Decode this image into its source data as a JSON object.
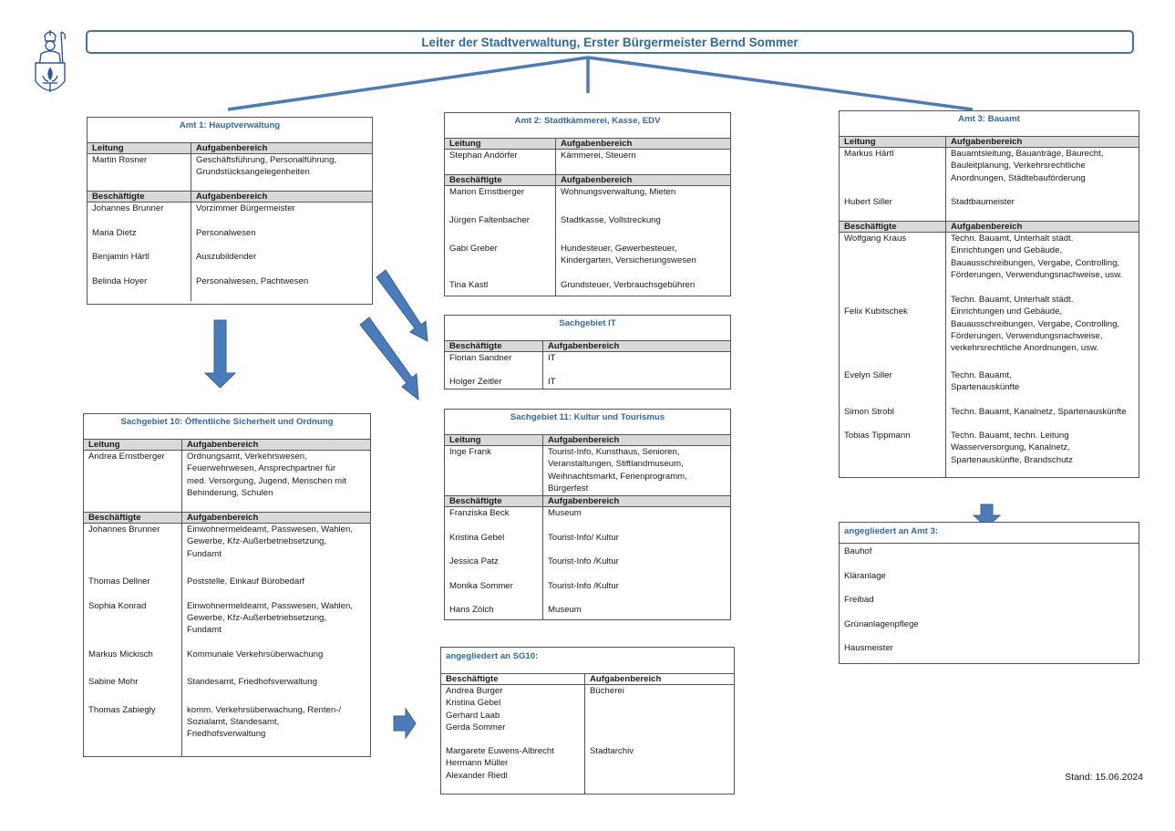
{
  "header": {
    "title": "Leiter der Stadtverwaltung, Erster Bürgermeister Bernd Sommer"
  },
  "colors": {
    "accent": "#2e68ad",
    "arrow": "#4a7cbc",
    "header_fill": "#d9d9d9"
  },
  "icons": {
    "crest": "town-coat-of-arms-icon"
  },
  "amt1": {
    "title": "Amt 1: Hauptverwaltung",
    "col_leitung": "Leitung",
    "col_aufgaben": "Aufgabenbereich",
    "col_beschaeftigte": "Beschäftigte",
    "leitung": [
      {
        "name": "Martin Rosner",
        "task": "Geschäftsführung, Personalführung,\nGrundstücksangelegenheiten"
      }
    ],
    "staff": [
      {
        "name": "Johannes Brunner",
        "task": "Vorzimmer Bürgermeister"
      },
      {
        "name": "Maria Dietz",
        "task": "Personalwesen"
      },
      {
        "name": "Benjamin Härtl",
        "task": "Auszubildender"
      },
      {
        "name": "Belinda Hoyer",
        "task": "Personalwesen, Pachtwesen"
      }
    ]
  },
  "amt2": {
    "title": "Amt 2: Stadtkämmerei, Kasse, EDV",
    "col_leitung": "Leitung",
    "col_aufgaben": "Aufgabenbereich",
    "col_beschaeftigte": "Beschäftigte",
    "leitung": [
      {
        "name": "Stephan Andörfer",
        "task": "Kämmerei, Steuern"
      }
    ],
    "staff": [
      {
        "name": "Marion Ernstberger",
        "task": "Wohnungsverwaltung, Mieten"
      },
      {
        "name": "Jürgen Faltenbacher",
        "task": "Stadtkasse, Vollstreckung"
      },
      {
        "name": "Gabi Greber",
        "task": "Hundesteuer, Gewerbesteuer,\nKindergarten, Versicherungswesen"
      },
      {
        "name": "Tina Kastl",
        "task": "Grundsteuer, Verbrauchsgebühren"
      }
    ]
  },
  "it": {
    "title": "Sachgebiet IT",
    "col_beschaeftigte": "Beschäftigte",
    "col_aufgaben": "Aufgabenbereich",
    "staff": [
      {
        "name": "Florian Sandner",
        "task": "IT"
      },
      {
        "name": "Holger Zeitler",
        "task": "IT"
      }
    ]
  },
  "sg11": {
    "title": "Sachgebiet 11: Kultur und Tourismus",
    "col_leitung": "Leitung",
    "col_aufgaben": "Aufgabenbereich",
    "col_beschaeftigte": "Beschäftigte",
    "leitung": [
      {
        "name": "Inge Frank",
        "task": "Tourist-Info, Kunsthaus, Senioren,\nVeranstaltungen, Stiftlandmuseum,\nWeihnachtsmarkt, Ferienprogramm,\nBürgerfest"
      }
    ],
    "staff": [
      {
        "name": "Franziska Beck",
        "task": "Museum"
      },
      {
        "name": "Kristina Gebel",
        "task": "Tourist-Info/ Kultur"
      },
      {
        "name": "Jessica Patz",
        "task": "Tourist-Info /Kultur"
      },
      {
        "name": "Monika Sommer",
        "task": "Tourist-Info /Kultur"
      },
      {
        "name": "Hans Zölch",
        "task": "Museum"
      }
    ]
  },
  "amt3": {
    "title": "Amt 3: Bauamt",
    "col_leitung": "Leitung",
    "col_aufgaben": "Aufgabenbereich",
    "col_beschaeftigte": "Beschäftigte",
    "leitung": [
      {
        "name": "Markus Härtl",
        "task": "Bauamtsleitung, Bauanträge, Baurecht,\nBauleitplanung, Verkehrsrechtliche\nAnordnungen, Städtebauförderung"
      },
      {
        "name": "Hubert Siller",
        "task": "Stadtbaumeister"
      }
    ],
    "staff_first_task": "Techn. Bauamt, Unterhalt städt.\nEinrichtungen und Gebäude,\nBauausschreibungen, Vergabe, Controlling,\nFörderungen, Verwendungsnachweise, usw.",
    "staff": [
      {
        "name": "Wolfgang Kraus",
        "task": ""
      },
      {
        "name": "Felix Kubitschek",
        "task": "Techn. Bauamt, Unterhalt städt.\nEinrichtungen und Gebäude,\nBauausschreibungen, Vergabe, Controlling,\nFörderungen, Verwendungsnachweise,\nverkehrsrechtliche Anordnungen, usw."
      },
      {
        "name": "Evelyn Siller",
        "task": "Techn. Bauamt,\nSpartenauskünfte"
      },
      {
        "name": "Simon Strobl",
        "task": "Techn. Bauamt, Kanalnetz, Spartenauskünfte"
      },
      {
        "name": "Tobias Tippmann",
        "task": "Techn. Bauamt, techn. Leitung\nWasserversorgung, Kanalnetz,\nSpartenauskünfte, Brandschutz"
      }
    ]
  },
  "amt3_attached": {
    "title": "angegliedert an Amt 3:",
    "items": [
      "Bauhof",
      "Kläranlage",
      "Freibad",
      "Grünanlagenpflege",
      "Hausmeister"
    ]
  },
  "sg10": {
    "title": "Sachgebiet 10: Öffentliche Sicherheit und Ordnung",
    "col_leitung": "Leitung",
    "col_aufgaben": "Aufgabenbereich",
    "col_beschaeftigte": "Beschäftigte",
    "leitung": [
      {
        "name": "Andrea Ernstberger",
        "task": "Ordnungsamt, Verkehrswesen,\nFeuerwehrwesen, Ansprechpartner für\nmed. Versorgung, Jugend, Menschen mit\nBehinderung, Schulen"
      }
    ],
    "staff": [
      {
        "name": "Johannes Brunner",
        "task": "Einwohnermeldeamt, Passwesen, Wahlen,\nGewerbe, Kfz-Außerbetriebsetzung,\nFundamt"
      },
      {
        "name": "Thomas Dellner",
        "task": "Poststelle, Einkauf Bürobedarf"
      },
      {
        "name": "Sophia Konrad",
        "task": "Einwohnermeldeamt, Passwesen, Wahlen,\nGewerbe, Kfz-Außerbetriebsetzung,\nFundamt"
      },
      {
        "name": "Markus Mickisch",
        "task": "Kommunale Verkehrsüberwachung"
      },
      {
        "name": "Sabine Mohr",
        "task": "Standesamt, Friedhofsverwaltung"
      },
      {
        "name": "Thomas Zabiegly",
        "task": "komm. Verkehrsüberwachung, Renten-/\nSozialamt, Standesamt,\nFriedhofsverwaltung"
      }
    ]
  },
  "sg10_attached": {
    "title": "angegliedert an SG10:",
    "col_beschaeftigte": "Beschäftigte",
    "col_aufgaben": "Aufgabenbereich",
    "groups": [
      {
        "names": "Andrea Burger\nKristina Gebel\nGerhard Laab\nGerda Sommer",
        "task": "Bücherei"
      },
      {
        "names": "Margarete Euwens-Albrecht\nHermann Müller\nAlexander Riedl",
        "task": "Stadtarchiv"
      }
    ]
  },
  "footer": {
    "stand": "Stand: 15.06.2024"
  }
}
